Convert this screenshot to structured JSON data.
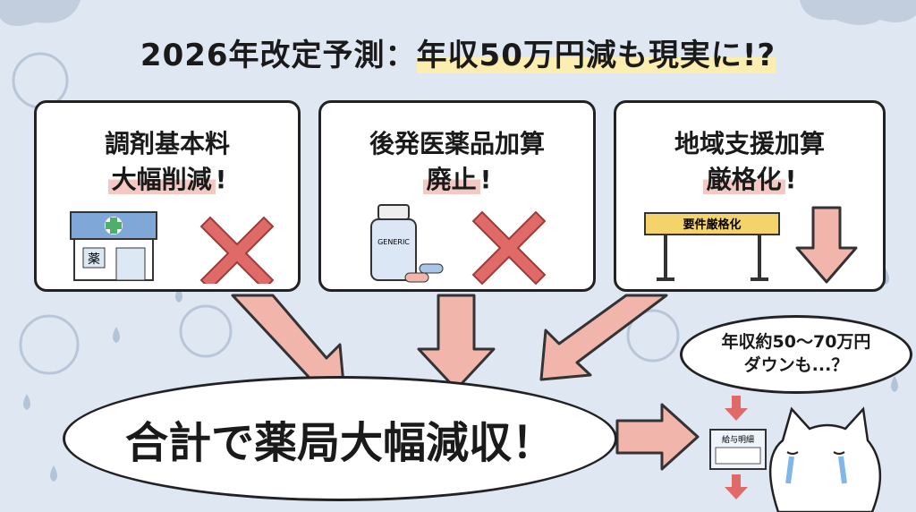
{
  "title": {
    "prefix": "2026年改定予測：",
    "highlight": "年収50万円減も現実に!?"
  },
  "panels": [
    {
      "line1": "調剤基本料",
      "line2": "大幅削減",
      "mark": "!",
      "icon": "pharmacy-icon",
      "icon_label": "薬"
    },
    {
      "line1": "後発医薬品加算",
      "line2": "廃止",
      "mark": "!",
      "icon": "medicine-bottle-icon",
      "icon_label": "GENERIC"
    },
    {
      "line1": "地域支援加算",
      "line2": "厳格化",
      "mark": "!",
      "icon": "barrier-icon",
      "icon_label": "要件厳格化"
    }
  ],
  "result": "合計で薬局大幅減収！",
  "speech": {
    "line1": "年収約50〜70万円",
    "line2": "ダウンも...？"
  },
  "payslip": "給与明細",
  "colors": {
    "bg": "#dfe7f3",
    "arrow": "#f2b5ac",
    "cross": "#e06a68",
    "highlight": "#fbeeb0"
  }
}
